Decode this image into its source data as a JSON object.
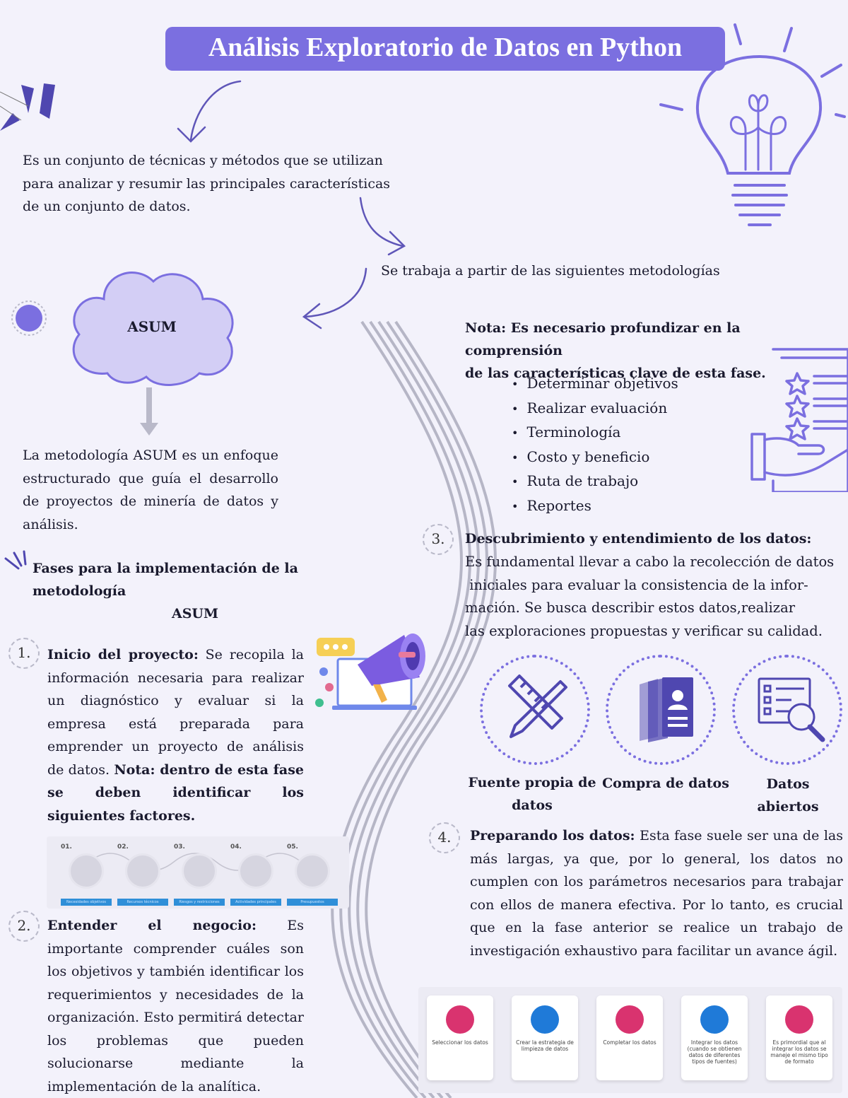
{
  "title": "Análisis Exploratorio de Datos en Python",
  "intro": "Es un  conjunto de técnicas y métodos que se utilizan para analizar y resumir las principales características de un conjunto de datos.",
  "methodologies_text": "Se trabaja a partir de las siguientes metodologías",
  "asum": {
    "cloud_label": "ASUM",
    "description": "La metodología ASUM es un enfoque estructurado que guía el desarrollo de proyectos de minería de datos y análisis.",
    "phases_heading_line1": "Fases para la implementación de la metodología",
    "phases_heading_line2": "ASUM"
  },
  "phase1": {
    "number": "1.",
    "title": "Inicio del proyecto:",
    "text": " Se recopila la información necesaria para realizar un diagnóstico y evaluar si la empresa está preparada para emprender un proyecto de análisis de datos. ",
    "note": "Nota: dentro de esta fase se deben identificar los siguientes factores.",
    "steps": [
      {
        "num": "01.",
        "label": "Necesidades objetivos"
      },
      {
        "num": "02.",
        "label": "Recursos técnicos"
      },
      {
        "num": "03.",
        "label": "Riesgos y restricciones"
      },
      {
        "num": "04.",
        "label": "Actividades principales"
      },
      {
        "num": "05.",
        "label": "Presupuestos"
      }
    ]
  },
  "phase2": {
    "number": "2.",
    "title": "Entender el negocio:",
    "text": " Es importante comprender cuáles son los objetivos y también identificar los requerimientos y necesidades de la organización. Esto permitirá detectar los problemas que pueden solucionarse mediante la implementación de la analítica."
  },
  "note": {
    "line1": "Nota: Es necesario profundizar en la comprensión",
    "line2": "de las características clave de esta fase.",
    "items": [
      "Determinar objetivos",
      "Realizar evaluación",
      "Terminología",
      "Costo y beneficio",
      "Ruta de trabajo",
      "Reportes"
    ]
  },
  "phase3": {
    "number": "3.",
    "title": "Descubrimiento y entendimiento de los datos:",
    "lines": [
      "Es fundamental llevar a cabo la recolección de datos",
      " iniciales para evaluar la consistencia de la infor-",
      "mación. Se busca describir estos datos,realizar",
      "las exploraciones propuestas y verificar su calidad."
    ],
    "sources": [
      {
        "label_line1": "Fuente propia de",
        "label_line2": "datos",
        "icon": "ruler-pencil-icon"
      },
      {
        "label_line1": "Compra de datos",
        "label_line2": "",
        "icon": "documents-icon"
      },
      {
        "label_line1": "Datos abiertos",
        "label_line2": "",
        "icon": "magnifier-list-icon"
      }
    ]
  },
  "phase4": {
    "number": "4.",
    "title": "Preparando los datos:",
    "text": " Esta fase suele ser una de las más largas, ya que, por lo general, los datos no cumplen con los parámetros necesarios para trabajar con ellos de manera efectiva. Por lo tanto, es crucial que en la fase anterior se realice un trabajo de investigación exhaustivo para facilitar un avance ágil.",
    "cards": [
      {
        "text": "Seleccionar los datos",
        "color": "#d9336f"
      },
      {
        "text": "Crear la estrategia de limpieza de datos",
        "color": "#1f7ad8"
      },
      {
        "text": "Completar los datos",
        "color": "#d9336f"
      },
      {
        "text": "Integrar los datos (cuando se obtienen datos de diferentes tipos de fuentes)",
        "color": "#1f7ad8"
      },
      {
        "text": "Es primordial que al integrar los datos se maneje el mismo tipo de formato",
        "color": "#d9336f"
      }
    ]
  },
  "colors": {
    "accent": "#7b6fe0",
    "accent_light": "#d3cef5",
    "wave": "#b5b5c5"
  }
}
